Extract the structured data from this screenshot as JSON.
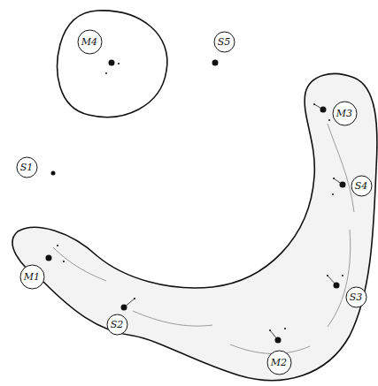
{
  "diagram": {
    "nodes": [
      {
        "text": [
          "M4"
        ]
      },
      {
        "text": [
          "S5"
        ]
      },
      {
        "text": [
          "M3"
        ]
      },
      {
        "text": [
          "S1"
        ]
      },
      {
        "text": [
          "S4"
        ]
      },
      {
        "text": [
          "M1"
        ]
      },
      {
        "text": [
          "S3"
        ]
      },
      {
        "text": [
          "S2"
        ]
      },
      {
        "text": [
          "M2"
        ]
      }
    ]
  }
}
